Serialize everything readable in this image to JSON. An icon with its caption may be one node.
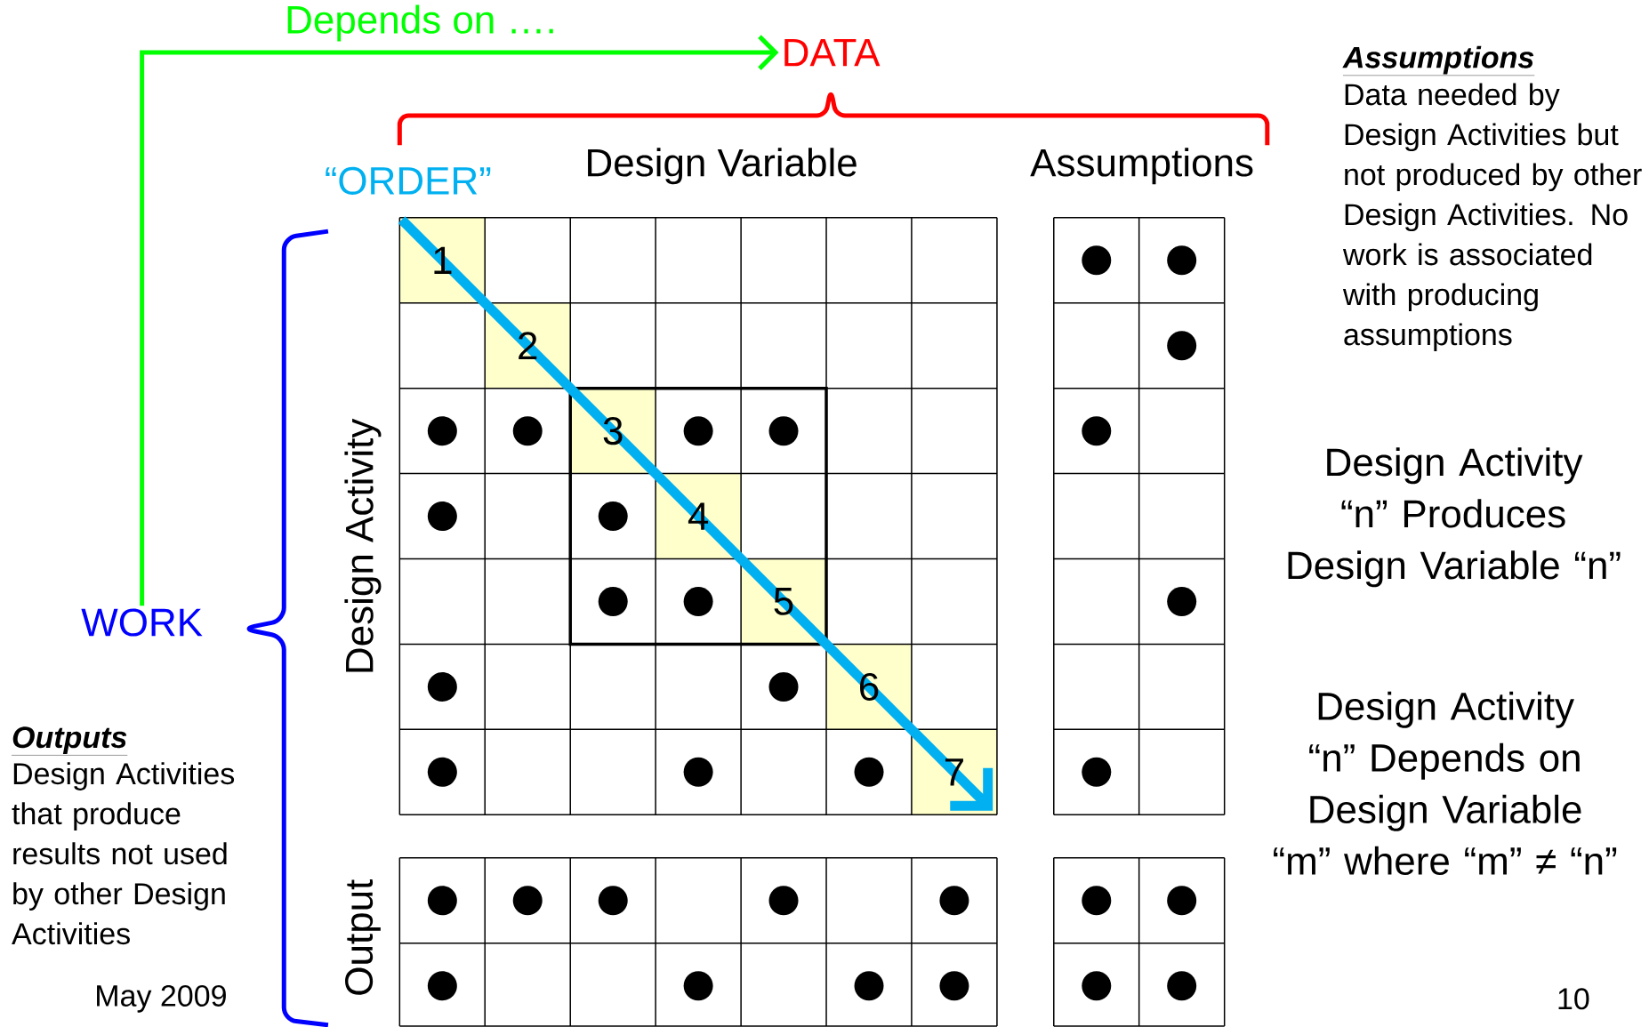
{
  "diagram": {
    "nodes": [
      {
        "text": [
          "WORK"
        ]
      },
      {
        "text": [
          "DATA"
        ]
      }
    ],
    "edges": [
      {
        "from": 0,
        "to": 1,
        "arrow": "to",
        "label": "Depends on ….",
        "color": "#00ff00"
      }
    ],
    "labels": [
      "“ORDER”",
      "Design Variable",
      "Assumptions",
      "Assumptions",
      "Data needed by Design Activities but not produced by other Design Activities.  No work is associated with producing assumptions",
      "Design Activity",
      "1",
      "2",
      "3",
      "4",
      "5",
      "6",
      "7",
      "Design Activity “n” Produces Design Variable “n”",
      "Design Activity “n” Depends on Design Variable “m” where “m” ≠ “n”",
      "Output",
      "Outputs",
      "Design Activities that produce results not used by other Design Activities",
      "May 2009",
      "10"
    ]
  }
}
